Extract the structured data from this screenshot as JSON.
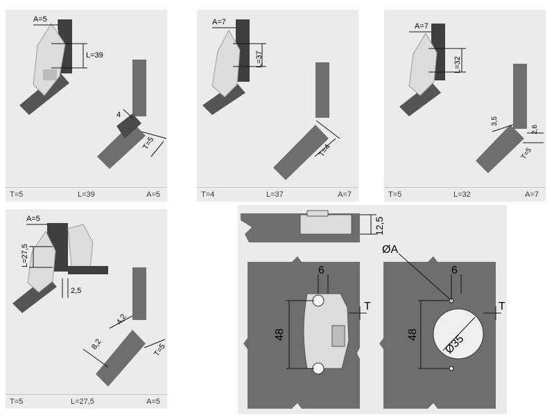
{
  "panel1": {
    "a": "A=5",
    "l": "L=39",
    "four": "4",
    "t5": "T=5",
    "footer": {
      "t": "T=5",
      "l": "L=39",
      "a": "A=5"
    }
  },
  "panel2": {
    "a": "A=7",
    "l": "L=37",
    "t4": "T=4",
    "footer": {
      "t": "T=4",
      "l": "L=37",
      "a": "A=7"
    }
  },
  "panel3": {
    "a": "A=7",
    "l": "L=32",
    "d35": "3,5",
    "d26": "2,6",
    "t5": "T=5",
    "footer": {
      "t": "T=5",
      "l": "L=32",
      "a": "A=7"
    }
  },
  "panel4": {
    "a": "A=5",
    "l": "L=27,5",
    "d25": "2,5",
    "d42": "4,2",
    "d82": "8,2",
    "t5": "T=5",
    "footer": {
      "t": "T=5",
      "l": "L=27,5",
      "a": "A=5"
    }
  },
  "panel5": {
    "h125": "12,5",
    "phiA": "ØA",
    "six_left": "6",
    "six_right": "6",
    "t_left": "T",
    "t_right": "T",
    "d48_left": "48",
    "d48_right": "48",
    "d35": "Ø35"
  },
  "colors": {
    "panel_bg": "#ebebeb",
    "cabinet": "#6e6e6e",
    "dark_part": "#3f3f3f",
    "hinge": "#dcdcdc"
  }
}
